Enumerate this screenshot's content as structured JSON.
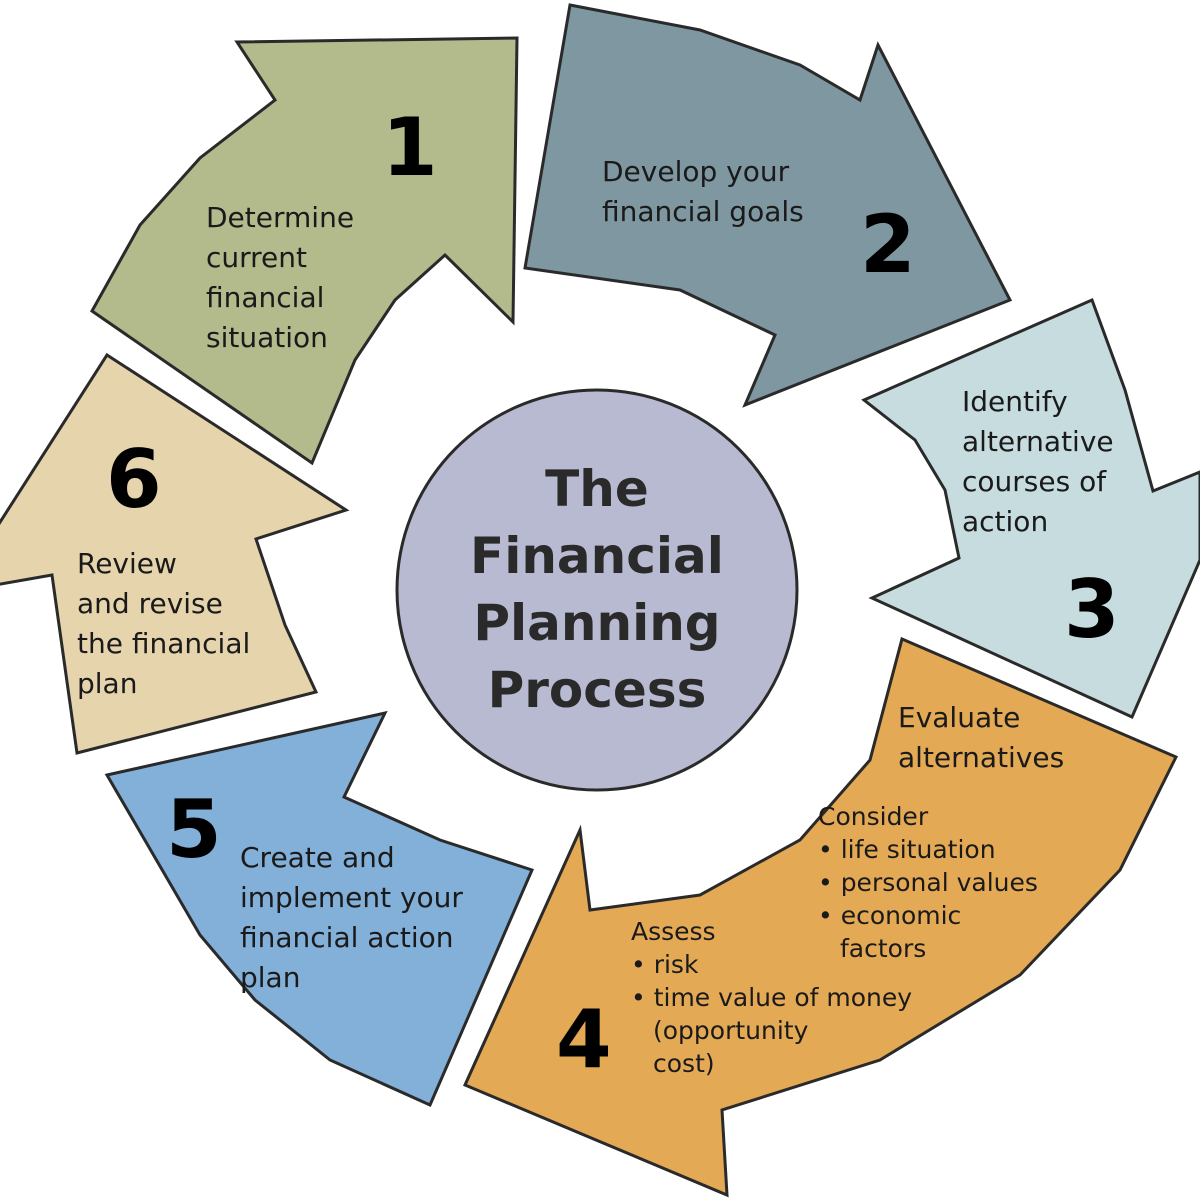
{
  "title": {
    "line1": "The",
    "line2": "Financial",
    "line3": "Planning",
    "line4": "Process"
  },
  "colors": {
    "step1": "#b3ba8c",
    "step2": "#7e97a0",
    "step3": "#c6dcdf",
    "step4": "#e4a955",
    "step5": "#82b0d9",
    "step6": "#e6d4ad",
    "center": "#b8bad1"
  },
  "steps": [
    {
      "number": "1",
      "lines": [
        "Determine",
        "current",
        "financial",
        "situation"
      ]
    },
    {
      "number": "2",
      "lines": [
        "Develop your",
        "financial goals"
      ]
    },
    {
      "number": "3",
      "lines": [
        "Identify",
        "alternative",
        "courses of",
        "action"
      ]
    },
    {
      "number": "4",
      "lines": [
        "Evaluate",
        "alternatives"
      ],
      "consider": {
        "heading": "Consider",
        "items": [
          "• life situation",
          "• personal values",
          "• economic",
          "factors"
        ]
      },
      "assess": {
        "heading": "Assess",
        "items": [
          "• risk",
          "• time value of money",
          "(opportunity",
          "cost)"
        ]
      }
    },
    {
      "number": "5",
      "lines": [
        "Create and",
        "implement your",
        "financial action",
        "plan"
      ]
    },
    {
      "number": "6",
      "lines": [
        "Review",
        "and revise",
        "the financial",
        "plan"
      ]
    }
  ]
}
